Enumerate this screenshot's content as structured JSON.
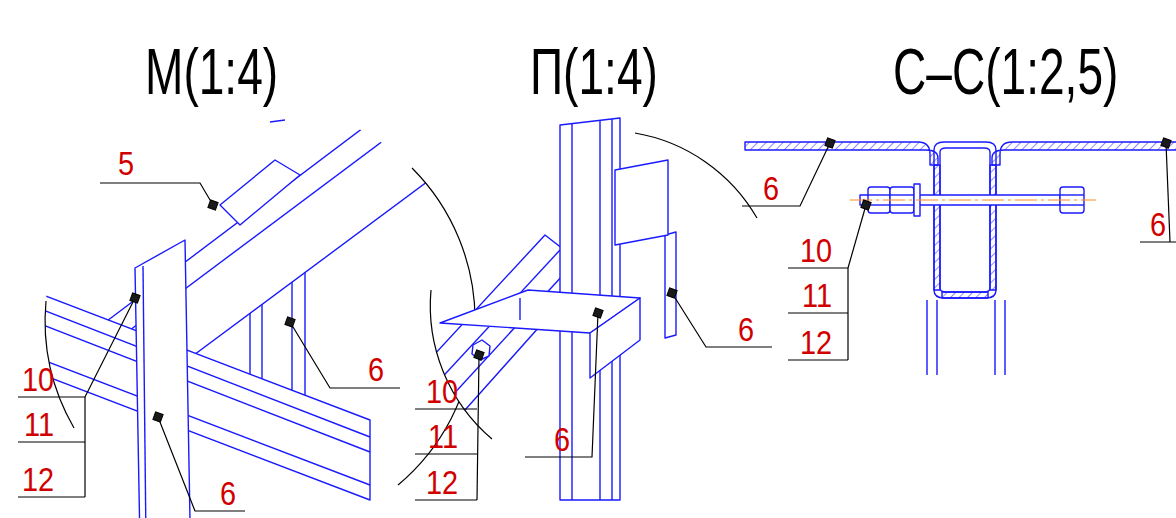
{
  "diagram": {
    "labels": [
      "М(1:4)",
      "5",
      "6",
      "10",
      "11",
      "12",
      "6",
      "П(1:4)",
      "6",
      "10",
      "11",
      "12",
      "6",
      "С–С(1:2,5)",
      "6",
      "10",
      "11",
      "12",
      "6"
    ]
  }
}
